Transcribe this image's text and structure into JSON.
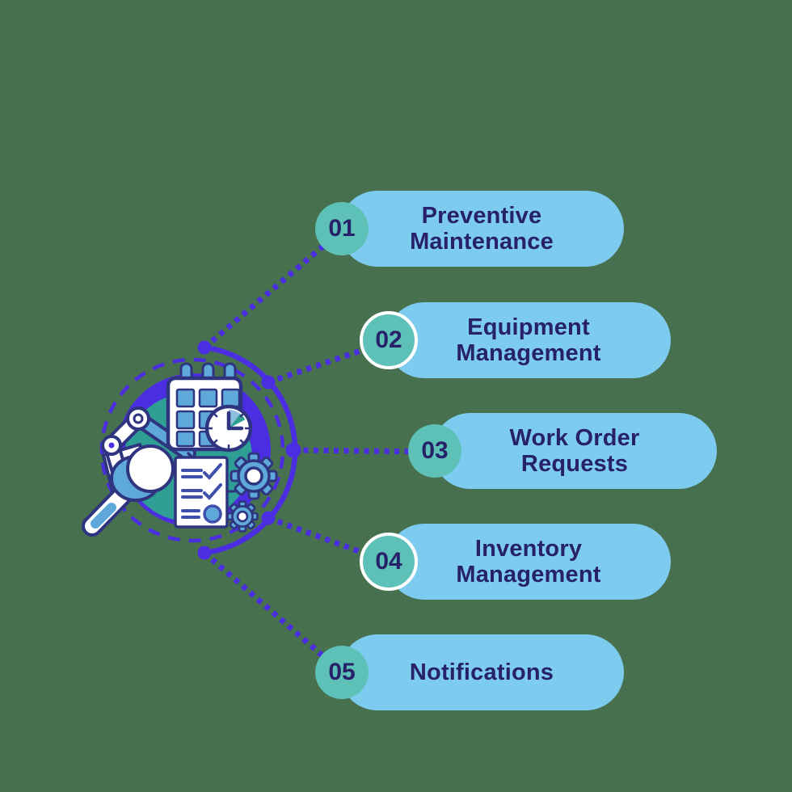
{
  "colors": {
    "bg": "#47704E",
    "purple": "#4B2EE1",
    "pill": "#7ECBF0",
    "badge": "#5EC1B8",
    "navy": "#262168",
    "icon-teal": "#2F9E94",
    "icon-blue": "#5FA9DA",
    "icon-navy": "#2E3480",
    "icon-indigo": "#3E50AB",
    "wedge-blue": "#8FC0E2",
    "white": "#FFFFFF"
  },
  "central_icon": {
    "name": "maintenance-scheduling-illustration",
    "parts": [
      "calendar",
      "clock",
      "robot-arm",
      "magnifier",
      "checklist",
      "gear-large",
      "gear-small"
    ]
  },
  "features": [
    {
      "number": "01",
      "label": "Preventive Maintenance",
      "has_white_ring": false
    },
    {
      "number": "02",
      "label": "Equipment Management",
      "has_white_ring": true
    },
    {
      "number": "03",
      "label": "Work Order Requests",
      "has_white_ring": false
    },
    {
      "number": "04",
      "label": "Inventory Management",
      "has_white_ring": true
    },
    {
      "number": "05",
      "label": "Notifications",
      "has_white_ring": false
    }
  ]
}
